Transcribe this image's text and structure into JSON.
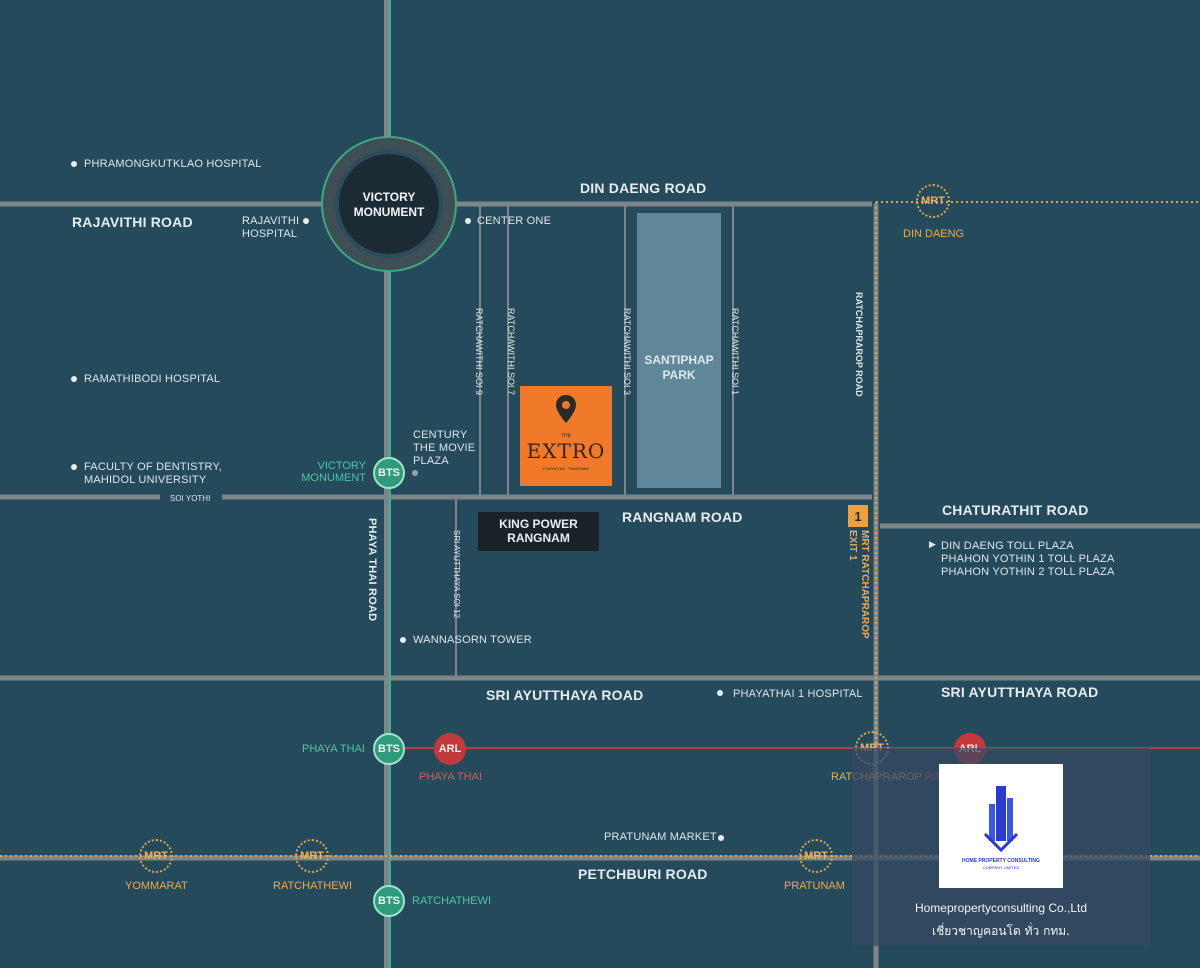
{
  "roads": {
    "din_daeng": "DIN DAENG ROAD",
    "rajavithi": "RAJAVITHI ROAD",
    "rangnam": "RANGNAM ROAD",
    "chaturathit": "CHATURATHIT ROAD",
    "sri_ayutthaya_1": "SRI AYUTTHAYA ROAD",
    "sri_ayutthaya_2": "SRI AYUTTHAYA ROAD",
    "petchburi": "PETCHBURI ROAD",
    "phaya_thai": "PHAYA THAI ROAD",
    "ratchaprarop": "RATCHAPRAROP ROAD",
    "soi_yothi": "SOI YOTHI",
    "ratchawithi_soi9": "RATCHAWITHI SOI 9",
    "ratchawithi_soi7": "RATCHAWITHI SOI 7",
    "ratchawithi_soi3": "RATCHAWITHI SOI 3",
    "ratchawithi_soi1": "RATCHAWITHI SOI 1",
    "sri_ayutthaya_soi12": "SRI AYUTTHAYA SOI 12"
  },
  "landmarks": {
    "victory_monument": "VICTORY MONUMENT",
    "santiphap_park": "SANTIPHAP PARK",
    "king_power": "KING POWER RANGNAM",
    "project_brand": "THE",
    "project_name": "EXTRO",
    "project_sub": "PHAYATHAI · RANGNAM"
  },
  "pois": {
    "phramongkutklao": "PHRAMONGKUTKLAO HOSPITAL",
    "rajavithi_hospital": "RAJAVITHI HOSPITAL",
    "center_one": "CENTER ONE",
    "ramathibodi": "RAMATHIBODI HOSPITAL",
    "dentistry": "FACULTY OF DENTISTRY, MAHIDOL UNIVERSITY",
    "century": "CENTURY THE MOVIE PLAZA",
    "wannasorn": "WANNASORN TOWER",
    "phayathai1": "PHAYATHAI 1 HOSPITAL",
    "pratunam_market": "PRATUNAM MARKET",
    "toll_1": "DIN DAENG TOLL PLAZA",
    "toll_2": "PHAHON YOTHIN 1 TOLL PLAZA",
    "toll_3": "PHAHON YOTHIN 2 TOLL PLAZA"
  },
  "stations": {
    "bts_label": "BTS",
    "mrt_label": "MRT",
    "arl_label": "ARL",
    "victory": "VICTORY MONUMENT",
    "phaya_thai_bts": "PHAYA THAI",
    "phaya_thai_arl": "PHAYA THAI",
    "ratchathewi_bts": "RATCHATHEWI",
    "din_daeng": "DIN DAENG",
    "ratchaprarop": "RATCHAPRAROP",
    "ratchaprarop_arl": "RA",
    "yommarat": "YOMMARAT",
    "ratchathewi_mrt": "RATCHATHEWI",
    "pratunam": "PRATUNAM",
    "exit_number": "1",
    "exit_label": "MRT RATCHAPRAROP EXIT 1"
  },
  "watermark": {
    "logo_text": "HOME PROPERTY CONSULTING",
    "logo_sub": "COMPANY LIMITED",
    "company": "Homepropertyconsulting Co.,Ltd",
    "tagline": "เชี่ยวชาญคอนโด ทั่ว กทม."
  },
  "colors": {
    "background": "#244a5b",
    "road": "#7d8589",
    "bts": "#2f9a7c",
    "arl": "#c23a3a",
    "mrt": "#e3a44b",
    "project": "#f07a2a"
  }
}
